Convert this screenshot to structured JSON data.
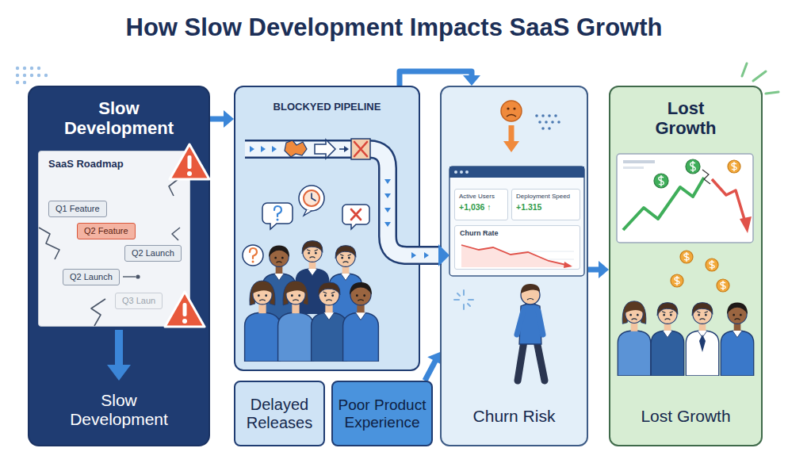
{
  "diagram": {
    "title": "How Slow Development Impacts SaaS Growth",
    "nodes": [
      {
        "text": [
          "Slow Development",
          "Slow Development"
        ]
      },
      {
        "text": [
          "SaaS Roadmap"
        ],
        "in": 0
      },
      {
        "text": [
          "Q1 Feature"
        ],
        "in": 1
      },
      {
        "text": [
          "Q2 Feature"
        ],
        "in": 1
      },
      {
        "text": [
          "Q2 Launch"
        ],
        "in": 1
      },
      {
        "text": [
          "Q2 Launch"
        ],
        "in": 1
      },
      {
        "text": [
          "Q3 Laun"
        ],
        "in": 1
      },
      {
        "text": [
          "BLOCKYED PIPELINE"
        ]
      },
      {
        "text": [
          "Delayed Releases"
        ]
      },
      {
        "text": [
          "Poor Product Experience"
        ]
      },
      {
        "text": [
          "Churn Risk"
        ]
      },
      {
        "text": [
          "Active Users",
          "+1,036 ↑"
        ],
        "in": 10
      },
      {
        "text": [
          "Deployment Speed",
          "+1.315"
        ],
        "in": 10
      },
      {
        "text": [
          "Churn Rate"
        ],
        "in": 10
      },
      {
        "text": [
          "Lost Growth",
          "Lost Growth"
        ]
      }
    ],
    "edges": [
      {
        "from": 0,
        "to": 7,
        "arrow": "to"
      },
      {
        "from": 7,
        "to": 10,
        "arrow": "to"
      },
      {
        "from": 9,
        "to": 10,
        "arrow": "to"
      },
      {
        "from": 10,
        "to": 14,
        "arrow": "to"
      }
    ]
  }
}
